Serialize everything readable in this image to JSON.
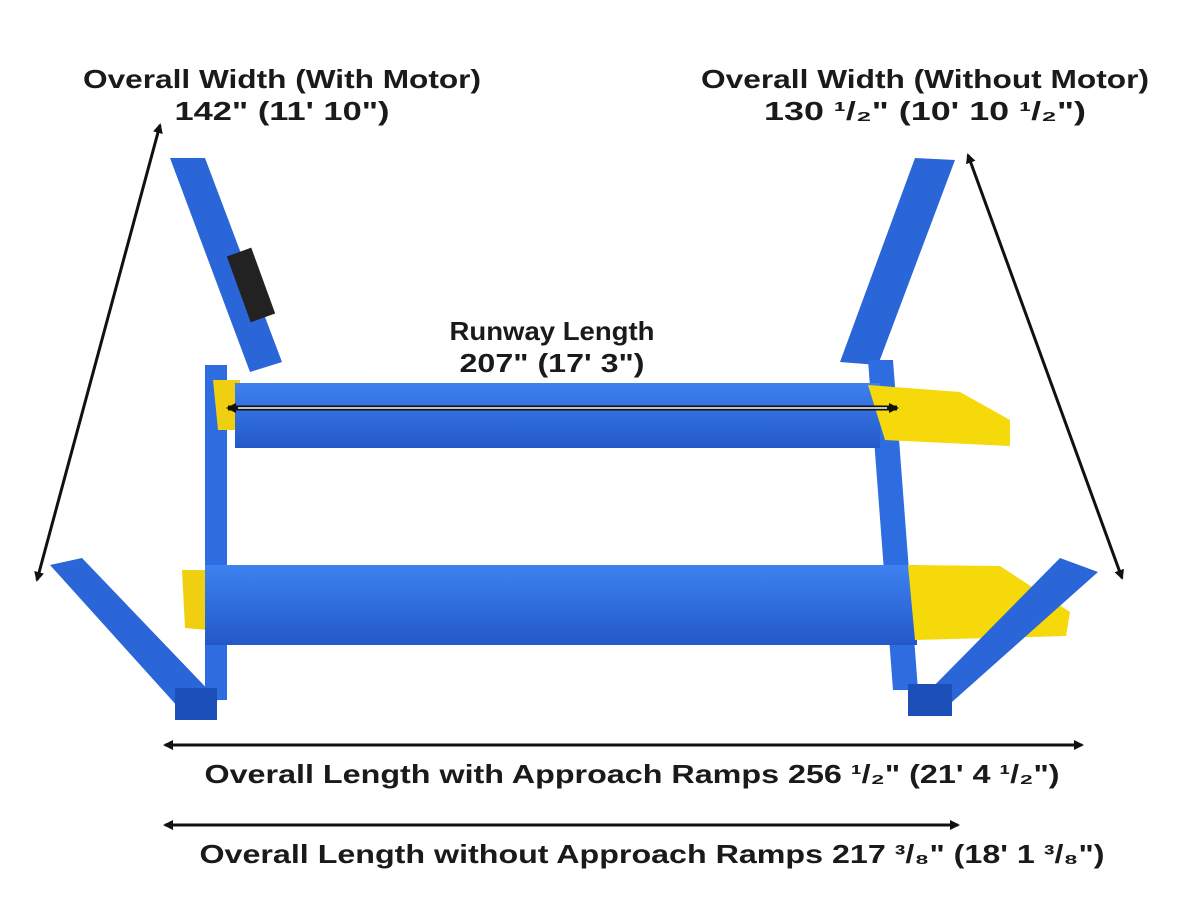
{
  "labels": {
    "width_with_motor": {
      "title": "Overall Width (With Motor)",
      "value": "142\" (11' 10\")"
    },
    "width_without_motor": {
      "title": "Overall Width (Without Motor)",
      "value": "130 ¹/₂\" (10' 10 ¹/₂\")"
    },
    "runway_length": {
      "title": "Runway Length",
      "value": "207\" (17' 3\")"
    },
    "length_with_ramps": "Overall Length with Approach Ramps 256 ¹/₂\" (21' 4 ¹/₂\")",
    "length_without_ramps": "Overall Length without Approach Ramps 217 ³/₈\" (18' 1 ³/₈\")"
  },
  "colors": {
    "lift_blue": "#2f6fe0",
    "lift_blue_dark": "#1d4fb8",
    "ramp_yellow": "#f5d90a",
    "arrow": "#111111"
  }
}
